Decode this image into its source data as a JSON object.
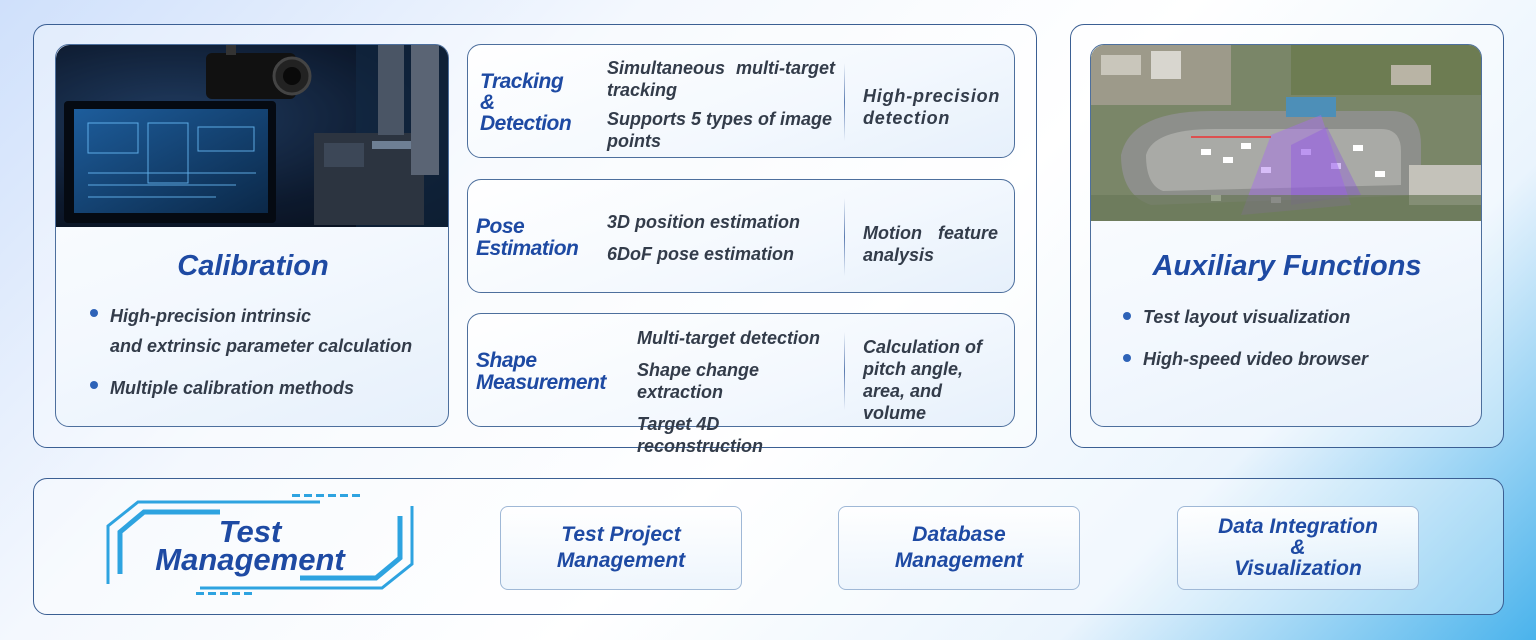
{
  "calibration": {
    "title": "Calibration",
    "bullets": [
      {
        "line1": "High-precision intrinsic",
        "line2": "and extrinsic parameter calculation"
      },
      {
        "line1": "Multiple calibration methods",
        "line2": ""
      }
    ]
  },
  "tracking": {
    "title_line1": "Tracking",
    "title_line2": "&",
    "title_line3": "Detection",
    "items": [
      "Simultaneous multi-target tracking",
      "Supports 5 types of image points"
    ],
    "side": "High-precision detection"
  },
  "pose": {
    "title_line1": "Pose",
    "title_line2": "Estimation",
    "items": [
      "3D position estimation",
      "6DoF pose estimation"
    ],
    "side": "Motion feature analysis"
  },
  "shape": {
    "title_line1": "Shape",
    "title_line2": "Measurement",
    "items": [
      "Multi-target detection",
      "Shape change extraction",
      "Target 4D reconstruction"
    ],
    "side": "Calculation of pitch angle, area, and volume"
  },
  "auxiliary": {
    "title": "Auxiliary Functions",
    "bullets": [
      "Test layout visualization",
      "High-speed video browser"
    ]
  },
  "test_management": {
    "title_line1": "Test",
    "title_line2": "Management",
    "items": [
      {
        "line1": "Test Project",
        "line2": "Management",
        "line3": ""
      },
      {
        "line1": "Database",
        "line2": "Management",
        "line3": ""
      },
      {
        "line1": "Data Integration",
        "line2": "&",
        "line3": "Visualization"
      }
    ]
  },
  "colors": {
    "accent": "#1e4aa3",
    "border": "#3b5f93",
    "text": "#333c4a",
    "cyan": "#2ea3e0"
  }
}
